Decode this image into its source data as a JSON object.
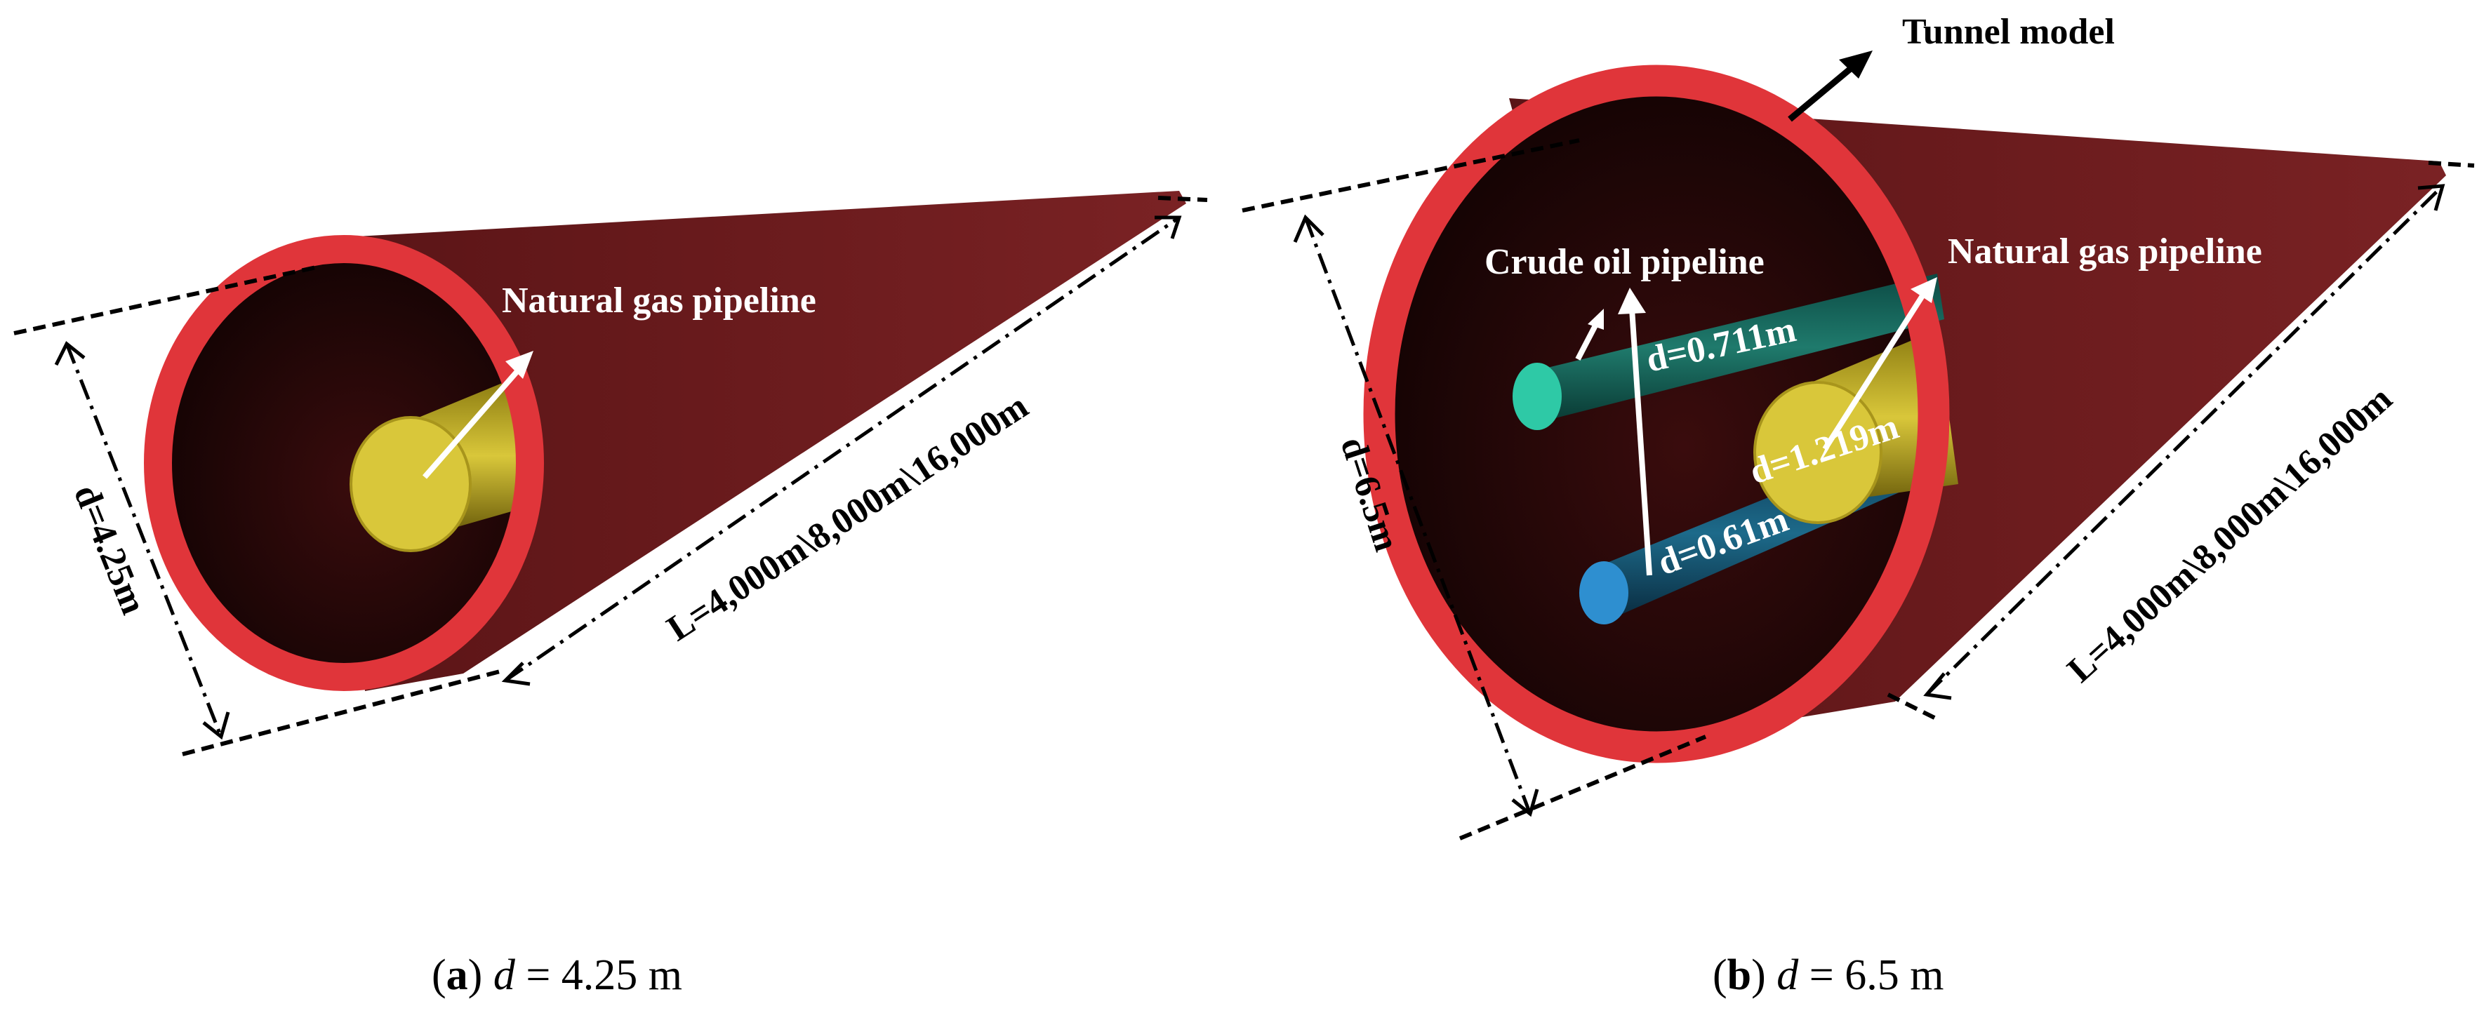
{
  "panels": [
    {
      "id": "a",
      "caption_letter": "a",
      "caption_var": "d",
      "caption_value": " = 4.25 m",
      "diameter_label": "d=4.25m",
      "length_label": "L=4,000m\\8,000m\\16,000m",
      "pipes": [
        {
          "name": "Natural gas pipeline",
          "color": "#d9c73a"
        }
      ]
    },
    {
      "id": "b",
      "caption_letter": "b",
      "caption_var": "d",
      "caption_value": " = 6.5 m",
      "diameter_label": "d=6.5m",
      "length_label": "L=4,000m\\8,000m\\16,000m",
      "tunnel_label": "Tunnel model",
      "pipes": [
        {
          "name": "Crude oil pipeline",
          "diameter_label": "d=0.711m",
          "color": "#2ec9a6"
        },
        {
          "name": "Natural gas pipeline",
          "diameter_label": "d=1.219m",
          "color": "#d9c73a"
        },
        {
          "name": "",
          "diameter_label": "d=0.61m",
          "color": "#2e8fd0"
        }
      ]
    }
  ],
  "colors": {
    "tunnel_ring": "#e0353a",
    "tunnel_body": "#6b1a1c",
    "tunnel_inner": "#1c0606"
  }
}
